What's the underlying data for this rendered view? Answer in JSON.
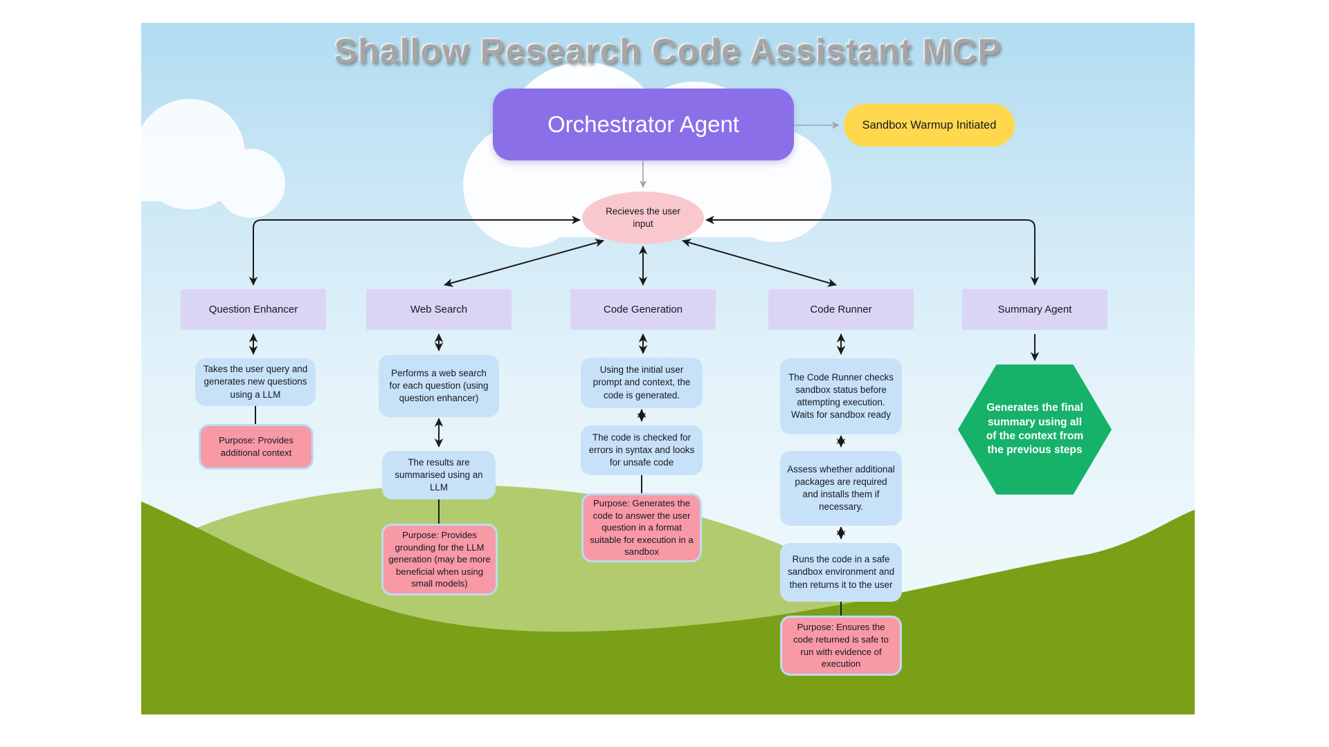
{
  "title": "Shallow Research Code Assistant MCP",
  "nodes": {
    "orchestrator": "Orchestrator Agent",
    "sandbox_status": "Sandbox Warmup Initiated",
    "user_input": "Recieves the user input"
  },
  "columns": [
    {
      "label": "Question Enhancer",
      "steps": [
        "Takes the user query and generates new questions using a LLM"
      ],
      "purpose": "Purpose: Provides additional context"
    },
    {
      "label": "Web Search",
      "steps": [
        "Performs a web search for each question (using question enhancer)",
        "The results are summarised using an LLM"
      ],
      "purpose": "Purpose: Provides grounding for the LLM generation (may be more beneficial when using small models)"
    },
    {
      "label": "Code Generation",
      "steps": [
        "Using the initial user prompt and context, the code is generated.",
        "The code is checked for errors in syntax and looks for unsafe code"
      ],
      "purpose": "Purpose: Generates the code to answer the user question in a format suitable for execution in a sandbox"
    },
    {
      "label": "Code Runner",
      "steps": [
        "The Code Runner checks sandbox status before attempting execution. Waits for sandbox ready",
        "Assess whether additional packages are required and installs them if necessary.",
        "Runs the code in a safe sandbox environment and then returns it to the user"
      ],
      "purpose": "Purpose: Ensures the code returned is safe to run with evidence of execution"
    },
    {
      "label": "Summary Agent",
      "final": "Generates the final summary using all of the context from the previous steps"
    }
  ],
  "colors": {
    "orchestrator_purple": "#8a6fe9",
    "sandbox_yellow": "#ffd84e",
    "input_ellipse_pink": "#f9c8ce",
    "category_lavender": "#dad5f4",
    "step_blue": "#c7e2f8",
    "purpose_pink": "#f899a6",
    "purpose_border_blue": "#badcf2",
    "hexagon_green": "#17b269",
    "hill_dark": "#7aa017",
    "hill_light": "#b2cb6e",
    "sky_blue": "#b1dcf1",
    "title_gray": "#a6a6a6"
  }
}
